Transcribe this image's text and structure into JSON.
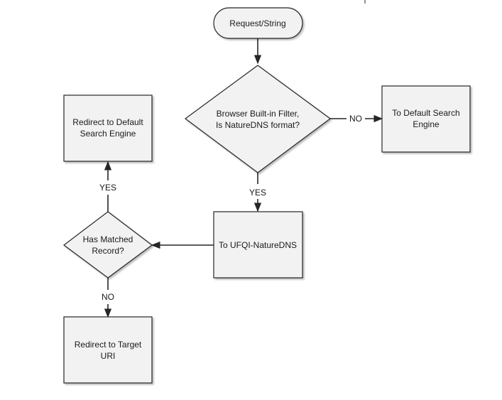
{
  "nodes": {
    "start": "Request/String",
    "filter_line1": "Browser Built-in Filter,",
    "filter_line2": "Is NatureDNS format?",
    "default_search_line1": "To Default Search",
    "default_search_line2": "Engine",
    "ufqi": "To UFQI-NatureDNS",
    "matched_line1": "Has Matched",
    "matched_line2": "Record?",
    "redirect_default_line1": "Redirect to Default",
    "redirect_default_line2": "Search Engine",
    "redirect_target_line1": "Redirect to Target",
    "redirect_target_line2": "URI"
  },
  "edges": {
    "filter_no": "NO",
    "filter_yes": "YES",
    "matched_yes": "YES",
    "matched_no": "NO"
  },
  "colors": {
    "box_fill": "#f2f2f2",
    "stroke": "#262626",
    "text": "#1a1a1a"
  }
}
